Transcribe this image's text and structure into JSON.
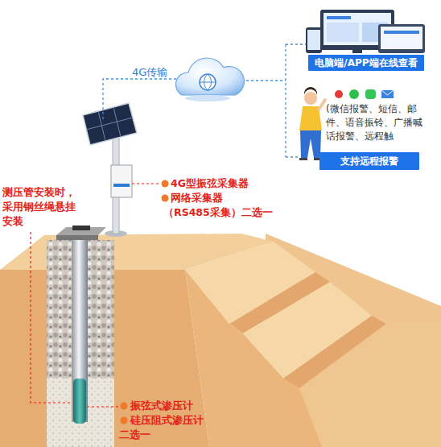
{
  "diagram": {
    "nodes": [
      {
        "text": [
          "电脑端/APP端在线查看"
        ]
      },
      {
        "text": [
          "支持远程报警"
        ]
      }
    ],
    "labels": [
      "4G传输",
      "(微信报警、短信、邮件、语音振铃、广播喊话报警、远程触",
      "测压管安装时，采用钢丝绳悬挂安装",
      "4G型振弦采集器",
      "网络采集器",
      "（RS485采集）",
      "二选一",
      "振弦式渗压计",
      "硅压阻式渗压计",
      "二选一"
    ]
  }
}
